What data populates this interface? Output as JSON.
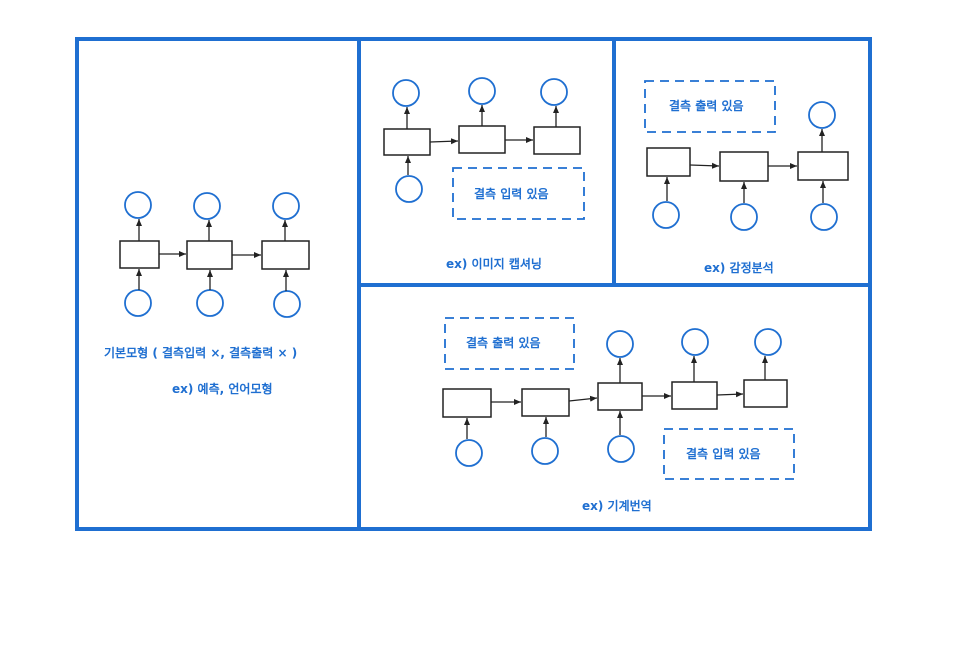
{
  "colors": {
    "frame": "#1f6fd1",
    "box": "#222222",
    "node": "#1f6fd1",
    "text": "#1f6fd1"
  },
  "panels": {
    "basic": {
      "caption_line1": "기본모형 ( 결측입력 ×, 결측출력 × )",
      "caption_line2": "ex) 예측, 언어모형"
    },
    "image_caption": {
      "dashed_label": "결측 입력 있음",
      "caption": "ex) 이미지 캡셔닝"
    },
    "sentiment": {
      "dashed_label": "결측 출력 있음",
      "caption": "ex) 감정분석"
    },
    "translation": {
      "dashed_label_top": "결측 출력 있음",
      "dashed_label_bottom": "결측 입력 있음",
      "caption": "ex) 기계번역"
    }
  }
}
